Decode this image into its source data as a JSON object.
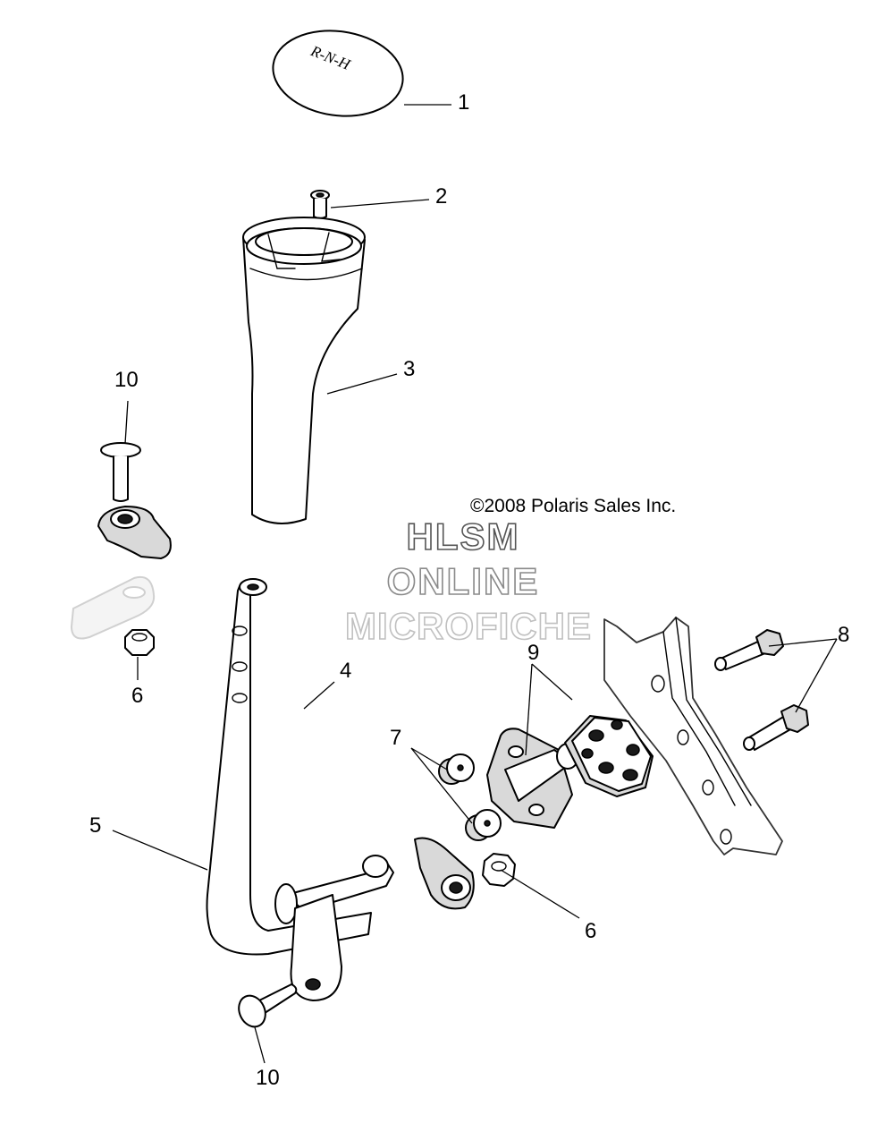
{
  "copyright": "©2008 Polaris Sales Inc.",
  "watermark": {
    "line1": "HLSM",
    "line2": "ONLINE",
    "line3": "MICROFICHE"
  },
  "knob_marking": "R-N-H",
  "callouts": [
    {
      "id": "c1",
      "label": "1"
    },
    {
      "id": "c2",
      "label": "2"
    },
    {
      "id": "c3",
      "label": "3"
    },
    {
      "id": "c4",
      "label": "4"
    },
    {
      "id": "c5",
      "label": "5"
    },
    {
      "id": "c6a",
      "label": "6"
    },
    {
      "id": "c6b",
      "label": "6"
    },
    {
      "id": "c7",
      "label": "7"
    },
    {
      "id": "c8",
      "label": "8"
    },
    {
      "id": "c9",
      "label": "9"
    },
    {
      "id": "c10a",
      "label": "10"
    },
    {
      "id": "c10b",
      "label": "10"
    }
  ]
}
